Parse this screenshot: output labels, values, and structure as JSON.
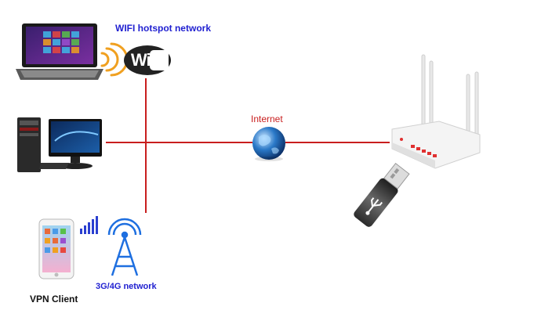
{
  "labels": {
    "wifi_network": "WIFI hotspot network",
    "internet": "Internet",
    "mobile_network": "3G/4G network",
    "vpn_client": "VPN Client",
    "wifi_logo": "WiFi"
  },
  "colors": {
    "link_line": "#c81e1e",
    "blue_label": "#1f1fd0",
    "signal_arc": "#f0a020",
    "tower": "#1e6fe0",
    "signal_bars": "#2a3fd0"
  },
  "icons": [
    "tablet-laptop-icon",
    "wifi-signal-icon",
    "wifi-logo-icon",
    "desktop-computer-icon",
    "globe-icon",
    "router-icon",
    "usb-dongle-icon",
    "smartphone-icon",
    "cell-signal-icon",
    "cell-tower-icon"
  ]
}
